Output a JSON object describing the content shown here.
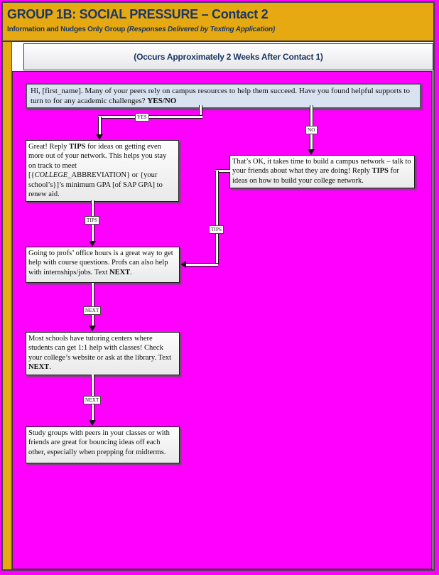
{
  "header": {
    "title": "GROUP 1B: SOCIAL PRESSURE – Contact 2",
    "subtitle_plain": "Information and Nudges Only Group ",
    "subtitle_italic": "(Responses Delivered by Texting Application)"
  },
  "timing_banner": "(Occurs Approximately 2 Weeks After Contact 1)",
  "colors": {
    "header_gold": "#E6A911",
    "header_navy_text": "#1B3763",
    "canvas_magenta": "#FF00FF",
    "intro_box_blue": "#D9E2F0",
    "flow_box_gray": "#F2F2F2"
  },
  "connector_labels": {
    "yes": "YES",
    "no": "NO",
    "tips": "TIPS",
    "next": "NEXT"
  },
  "flowchart": {
    "intro": {
      "runs": [
        "Hi, [first_name]. Many of your peers rely on campus resources to help them succeed. Have you found helpful supports to turn to for any academic challenges? ",
        "YES/NO"
      ]
    },
    "great": {
      "runs": [
        "Great! Reply ",
        "TIPS",
        " for ideas on getting even more out of your network. This helps you stay on track to meet [{",
        "COLLEGE",
        "_ABBREVIATION} or {your school’s}]’s minimum GPA [of SAP GPA] to renew aid."
      ]
    },
    "thats_ok": {
      "runs": [
        "That’s OK, it takes time to build a campus network – talk to your friends about what they are doing! Reply ",
        "TIPS",
        " for ideas on how to build your college network."
      ]
    },
    "office_hours": {
      "runs": [
        "Going to profs’ office hours is a great way to get help with course questions. Profs can also help with internships/jobs. Text ",
        "NEXT",
        "."
      ]
    },
    "tutoring": {
      "runs": [
        "Most schools have tutoring centers where students can get 1:1 help with classes! Check your college’s website or ask at the library. Text ",
        "NEXT",
        "."
      ]
    },
    "study_groups": {
      "runs": [
        "Study groups with peers in your classes or with friends are great for bouncing ideas off each other, especially when prepping for midterms."
      ]
    }
  }
}
